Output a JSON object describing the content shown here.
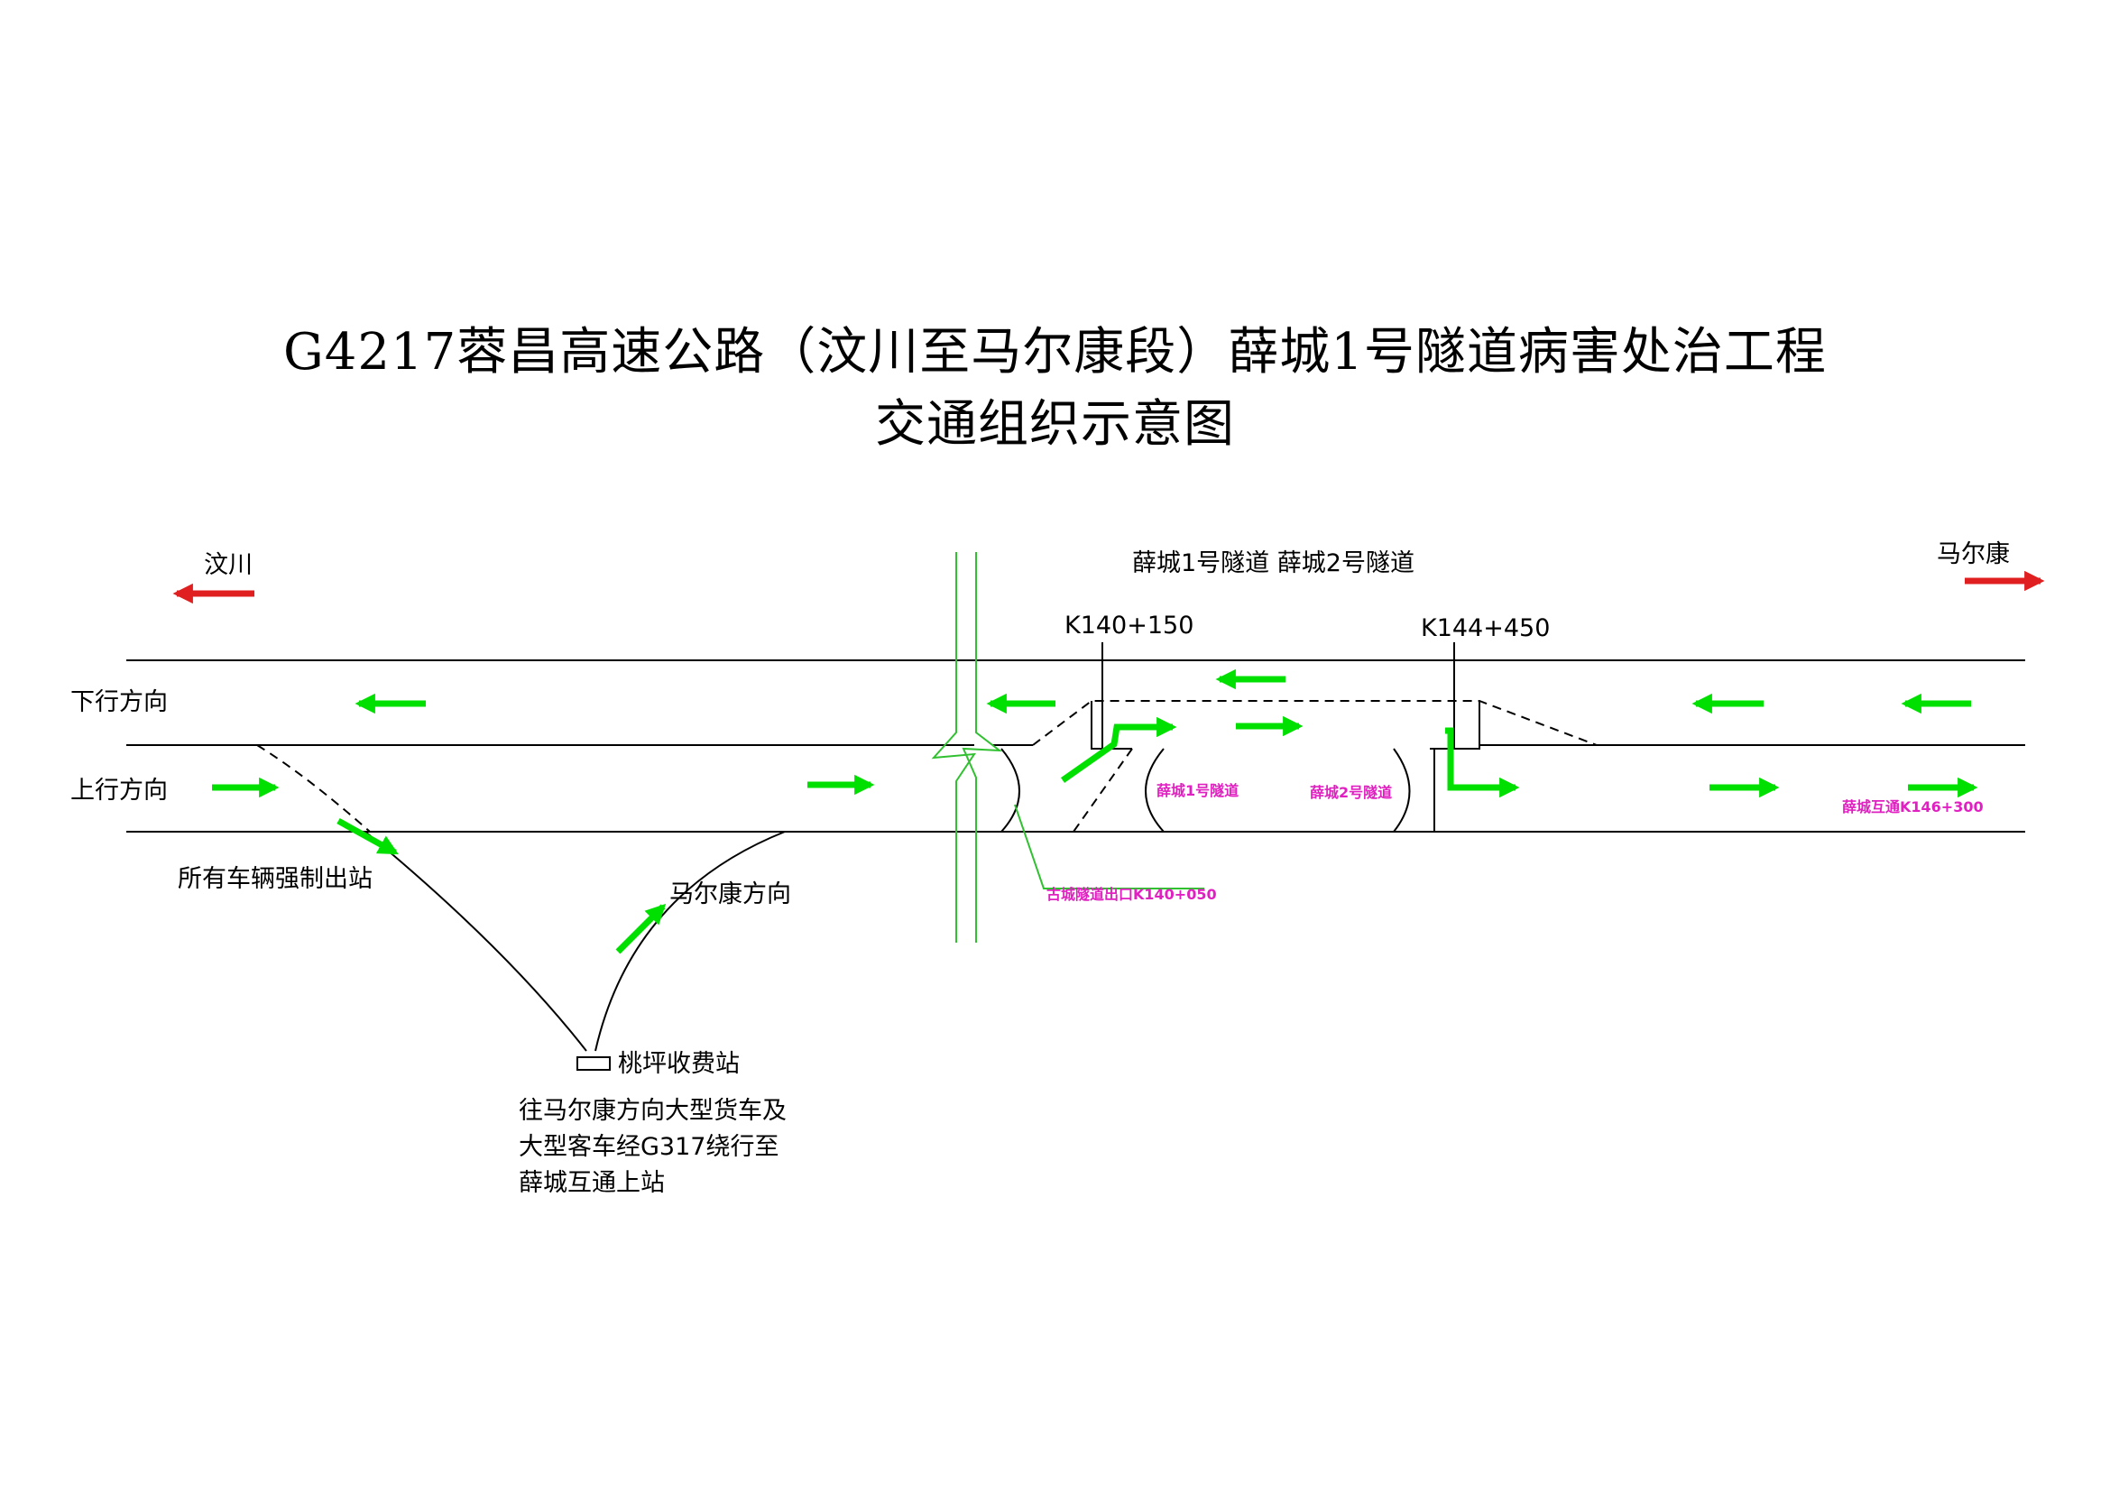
{
  "title": {
    "line1": "G4217蓉昌高速公路（汶川至马尔康段）薛城1号隧道病害处治工程",
    "line2": "交通组织示意图"
  },
  "directions": {
    "left": "汶川",
    "right": "马尔康"
  },
  "lanes": {
    "down": "下行方向",
    "up": "上行方向"
  },
  "tunnels": {
    "header": "薛城1号隧道 薛城2号隧道",
    "tunnel1": "薛城1号隧道",
    "tunnel2": "薛城2号隧道"
  },
  "chainages": {
    "k1": "K140+150",
    "k2": "K144+450"
  },
  "labels": {
    "forced_exit": "所有车辆强制出站",
    "toward_maerkang": "马尔康方向",
    "gucheng_exit": "古城隧道出口K140+050",
    "xuecheng_interchange": "薛城互通K146+300",
    "toll_station": "桃坪收费站"
  },
  "note": {
    "line1": "往马尔康方向大型货车及",
    "line2": "大型客车经G317绕行至",
    "line3": "薛城互通上站"
  },
  "colors": {
    "arrow": "#00e000",
    "direction_arrow": "#e02020",
    "annotation": "#e020c0",
    "leader": "#30c030",
    "road": "#000000"
  }
}
